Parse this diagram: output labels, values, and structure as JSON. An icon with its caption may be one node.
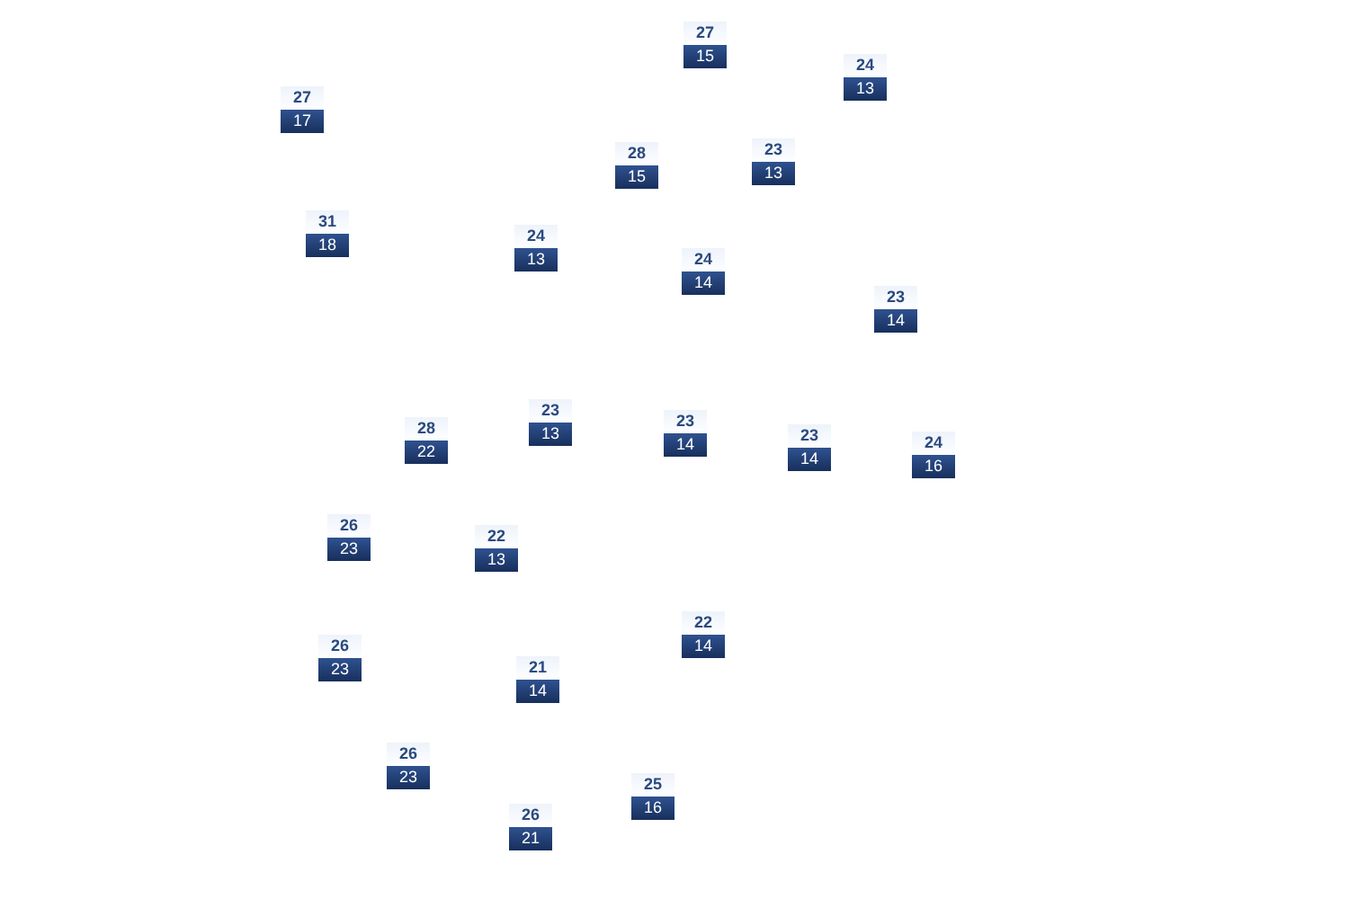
{
  "diagram": {
    "nodes": [
      {
        "text": [
          "27",
          "15"
        ]
      },
      {
        "text": [
          "24",
          "13"
        ]
      },
      {
        "text": [
          "27",
          "17"
        ]
      },
      {
        "text": [
          "23",
          "13"
        ]
      },
      {
        "text": [
          "28",
          "15"
        ]
      },
      {
        "text": [
          "31",
          "18"
        ]
      },
      {
        "text": [
          "24",
          "13"
        ]
      },
      {
        "text": [
          "24",
          "14"
        ]
      },
      {
        "text": [
          "23",
          "14"
        ]
      },
      {
        "text": [
          "23",
          "13"
        ]
      },
      {
        "text": [
          "23",
          "14"
        ]
      },
      {
        "text": [
          "28",
          "22"
        ]
      },
      {
        "text": [
          "23",
          "14"
        ]
      },
      {
        "text": [
          "24",
          "16"
        ]
      },
      {
        "text": [
          "26",
          "23"
        ]
      },
      {
        "text": [
          "22",
          "13"
        ]
      },
      {
        "text": [
          "22",
          "14"
        ]
      },
      {
        "text": [
          "26",
          "23"
        ]
      },
      {
        "text": [
          "21",
          "14"
        ]
      },
      {
        "text": [
          "26",
          "23"
        ]
      },
      {
        "text": [
          "25",
          "16"
        ]
      },
      {
        "text": [
          "26",
          "21"
        ]
      }
    ]
  }
}
